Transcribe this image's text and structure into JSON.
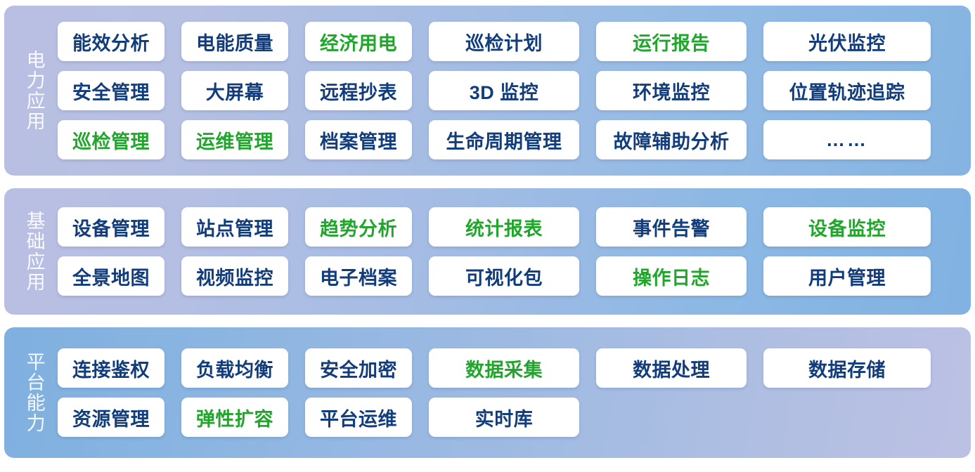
{
  "colors": {
    "text_default": "#123d7d",
    "text_highlight": "#21a62c",
    "card_background": "#ffffff",
    "layer_label": "#ffffff",
    "page_background": "#ffffff",
    "band_lavender": "#b9bfe2",
    "band_blue": "#82b2e1"
  },
  "layers": [
    {
      "label": "电力应用",
      "rows": [
        [
          {
            "text": "能效分析",
            "highlight": false
          },
          {
            "text": "电能质量",
            "highlight": false
          },
          {
            "text": "经济用电",
            "highlight": true
          },
          {
            "text": "巡检计划",
            "highlight": false
          },
          {
            "text": "运行报告",
            "highlight": true
          },
          {
            "text": "光伏监控",
            "highlight": false
          }
        ],
        [
          {
            "text": "安全管理",
            "highlight": false
          },
          {
            "text": "大屏幕",
            "highlight": false
          },
          {
            "text": "远程抄表",
            "highlight": false
          },
          {
            "text": "3D 监控",
            "highlight": false
          },
          {
            "text": "环境监控",
            "highlight": false
          },
          {
            "text": "位置轨迹追踪",
            "highlight": false
          }
        ],
        [
          {
            "text": "巡检管理",
            "highlight": true
          },
          {
            "text": "运维管理",
            "highlight": true
          },
          {
            "text": "档案管理",
            "highlight": false
          },
          {
            "text": "生命周期管理",
            "highlight": false
          },
          {
            "text": "故障辅助分析",
            "highlight": false
          },
          {
            "text": "……",
            "highlight": false,
            "ellipsis": true
          }
        ]
      ]
    },
    {
      "label": "基础应用",
      "rows": [
        [
          {
            "text": "设备管理",
            "highlight": false
          },
          {
            "text": "站点管理",
            "highlight": false
          },
          {
            "text": "趋势分析",
            "highlight": true
          },
          {
            "text": "统计报表",
            "highlight": true
          },
          {
            "text": "事件告警",
            "highlight": false
          },
          {
            "text": "设备监控",
            "highlight": true
          }
        ],
        [
          {
            "text": "全景地图",
            "highlight": false
          },
          {
            "text": "视频监控",
            "highlight": false
          },
          {
            "text": "电子档案",
            "highlight": false
          },
          {
            "text": "可视化包",
            "highlight": false
          },
          {
            "text": "操作日志",
            "highlight": true
          },
          {
            "text": "用户管理",
            "highlight": false
          }
        ]
      ]
    },
    {
      "label": "平台能力",
      "rows": [
        [
          {
            "text": "连接鉴权",
            "highlight": false
          },
          {
            "text": "负载均衡",
            "highlight": false
          },
          {
            "text": "安全加密",
            "highlight": false
          },
          {
            "text": "数据采集",
            "highlight": true
          },
          {
            "text": "数据处理",
            "highlight": false
          },
          {
            "text": "数据存储",
            "highlight": false
          }
        ],
        [
          {
            "text": "资源管理",
            "highlight": false
          },
          {
            "text": "弹性扩容",
            "highlight": true
          },
          {
            "text": "平台运维",
            "highlight": false
          },
          {
            "text": "实时库",
            "highlight": false
          },
          {
            "text": "",
            "highlight": false,
            "empty": true
          },
          {
            "text": "",
            "highlight": false,
            "empty": true
          }
        ]
      ]
    }
  ]
}
